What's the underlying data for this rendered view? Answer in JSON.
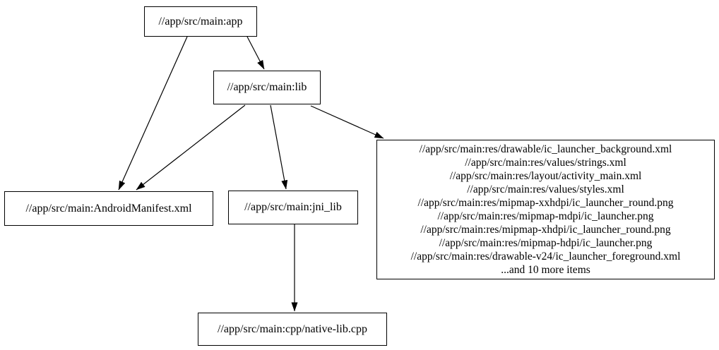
{
  "diagram": {
    "type": "dependency-graph",
    "background_color": "#ffffff",
    "node_border_color": "#000000",
    "edge_color": "#000000",
    "nodes": {
      "app": {
        "label": "//app/src/main:app"
      },
      "lib": {
        "label": "//app/src/main:lib"
      },
      "android_manifest": {
        "label": "//app/src/main:AndroidManifest.xml"
      },
      "jni_lib": {
        "label": "//app/src/main:jni_lib"
      },
      "native_lib_cpp": {
        "label": "//app/src/main:cpp/native-lib.cpp"
      },
      "res_group": {
        "lines": [
          "//app/src/main:res/drawable/ic_launcher_background.xml",
          "//app/src/main:res/values/strings.xml",
          "//app/src/main:res/layout/activity_main.xml",
          "//app/src/main:res/values/styles.xml",
          "//app/src/main:res/mipmap-xxhdpi/ic_launcher_round.png",
          "//app/src/main:res/mipmap-mdpi/ic_launcher.png",
          "//app/src/main:res/mipmap-xhdpi/ic_launcher_round.png",
          "//app/src/main:res/mipmap-hdpi/ic_launcher.png",
          "//app/src/main:res/drawable-v24/ic_launcher_foreground.xml",
          "...and 10 more items"
        ]
      }
    },
    "edges": [
      {
        "from": "app",
        "to": "lib"
      },
      {
        "from": "app",
        "to": "android_manifest"
      },
      {
        "from": "lib",
        "to": "android_manifest"
      },
      {
        "from": "lib",
        "to": "jni_lib"
      },
      {
        "from": "lib",
        "to": "res_group"
      },
      {
        "from": "jni_lib",
        "to": "native_lib_cpp"
      }
    ]
  }
}
